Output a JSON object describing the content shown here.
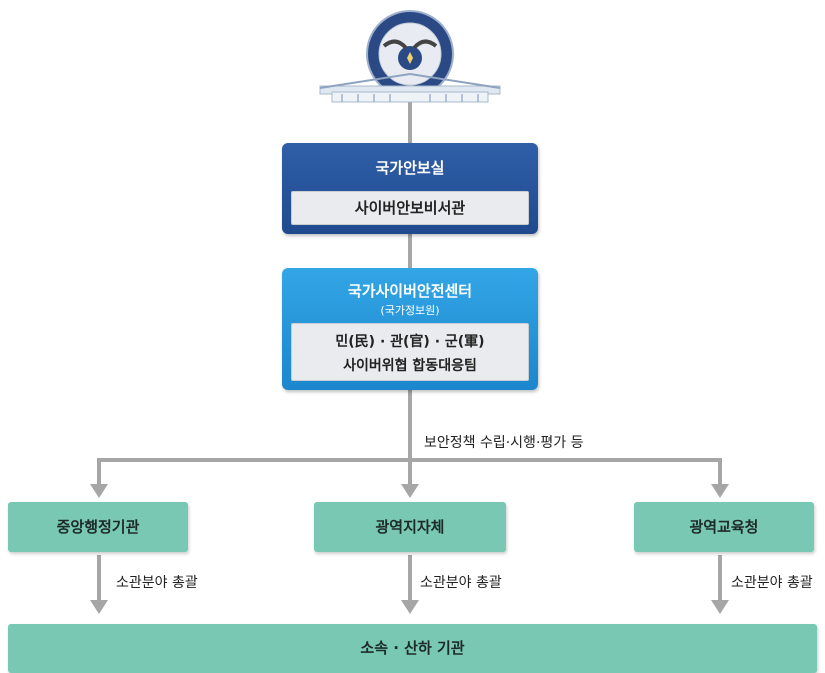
{
  "nsc": {
    "title": "국가안보실",
    "inner": "사이버안보비서관"
  },
  "ncsc": {
    "title": "국가사이버안전센터",
    "sub": "(국가정보원)",
    "inner_line1": "민(民) · 관(官) · 군(軍)",
    "inner_line2": "사이버위협 합동대응팀"
  },
  "policy_label": "보안정책 수립·시행·평가 등",
  "agencies": [
    {
      "name": "중앙행정기관",
      "label": "소관분야 총괄"
    },
    {
      "name": "광역지자체",
      "label": "소관분야 총괄"
    },
    {
      "name": "광역교육청",
      "label": "소관분야 총괄"
    }
  ],
  "bottom": {
    "name": "소속 · 산하 기관"
  },
  "colors": {
    "dark_blue": "#1f4a8e",
    "light_blue": "#1b86cc",
    "green": "#79c8b4",
    "connector": "#a6a6a6"
  }
}
